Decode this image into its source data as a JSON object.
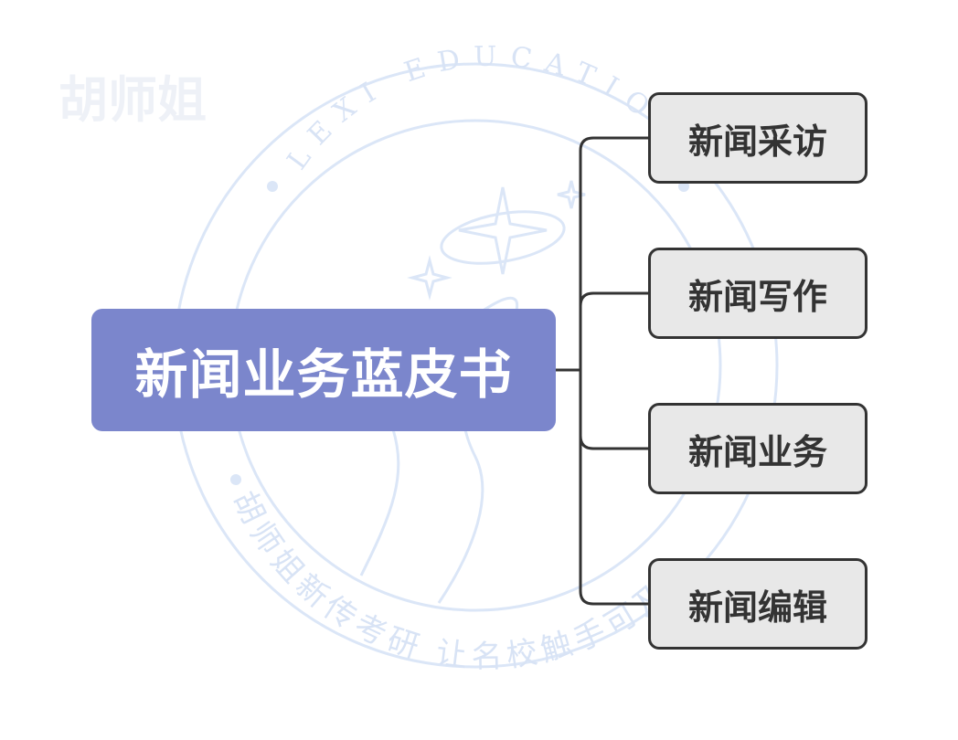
{
  "watermark": {
    "logo": "胡师姐",
    "arc_top": "LEXI EDUCATION",
    "arc_bottom": "胡师姐新传考研 让名校触手可及"
  },
  "colors": {
    "root_fill": "#7b86cc",
    "root_text": "#ffffff",
    "child_fill": "#e8e8e8",
    "child_border": "#333333",
    "child_text": "#333333",
    "connector": "#333333",
    "watermark": "#dbe6f7"
  },
  "diagram": {
    "root": {
      "label": "新闻业务蓝皮书"
    },
    "children": [
      {
        "label": "新闻采访"
      },
      {
        "label": "新闻写作"
      },
      {
        "label": "新闻业务"
      },
      {
        "label": "新闻编辑"
      }
    ]
  }
}
